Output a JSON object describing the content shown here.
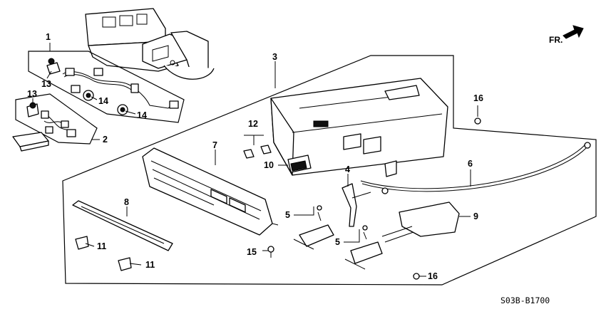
{
  "diagram": {
    "direction_label": "FR.",
    "code": "S03B-B1700",
    "callouts": {
      "c1": "1",
      "c2": "2",
      "c3": "3",
      "c4": "4",
      "c5a": "5",
      "c5b": "5",
      "c6": "6",
      "c7": "7",
      "c8": "8",
      "c9": "9",
      "c10": "10",
      "c11a": "11",
      "c11b": "11",
      "c12": "12",
      "c13a": "13",
      "c13b": "13",
      "c14a": "14",
      "c14b": "14",
      "c15": "15",
      "c16a": "16",
      "c16b": "16"
    }
  }
}
